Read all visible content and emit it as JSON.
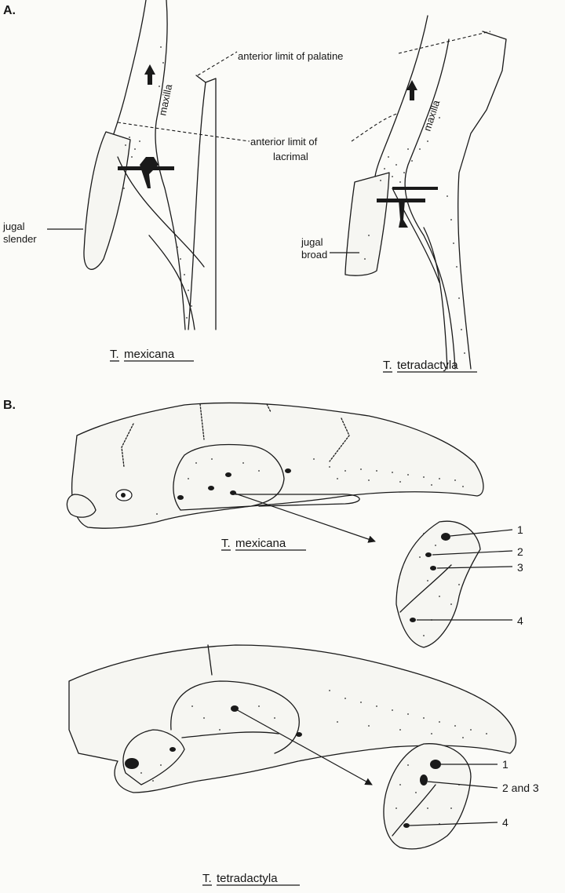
{
  "panel_a": {
    "label": "A.",
    "palatine_label": "anterior limit of palatine",
    "lacrimal_label_1": "anterior limit of",
    "lacrimal_label_2": "lacrimal",
    "maxilla_label": "maxilla",
    "left": {
      "species_prefix": "T.",
      "species_name": "mexicana",
      "jugal_1": "jugal",
      "jugal_2": "slender"
    },
    "right": {
      "species_prefix": "T.",
      "species_name": "tetradactyla",
      "jugal_1": "jugal",
      "jugal_2": "broad"
    }
  },
  "panel_b": {
    "label": "B.",
    "top": {
      "species_prefix": "T.",
      "species_name": "mexicana",
      "numbers": [
        "1",
        "2",
        "3",
        "4"
      ]
    },
    "bottom": {
      "species_prefix": "T.",
      "species_name": "tetradactyla",
      "numbers": [
        "1",
        "2 and 3",
        "4"
      ]
    }
  }
}
